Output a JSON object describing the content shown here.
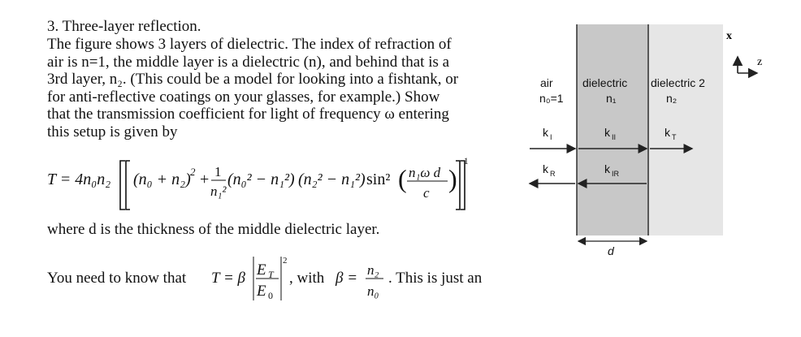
{
  "problem": {
    "title": "3. Three-layer reflection.",
    "paragraph_lines": [
      "The figure shows 3 layers of dielectric. The index of refraction of",
      "air is n=1, the middle layer is a dielectric (n), and behind that is a",
      "3rd layer, n₂. (This could be a model for looking into a fishtank, or",
      "for anti-reflective coatings on your glasses, for example.)  Show",
      "that the transmission coefficient for light of frequency ω entering",
      "this setup is given by"
    ],
    "where_text": "where d is the thickness of the middle dielectric layer.",
    "need_text_prefix": "You need to know that",
    "need_text_with": ", with",
    "need_text_suffix": ". This is just an"
  },
  "equation": {
    "T_lhs": "T = 4n₀n₂",
    "term1": "(n₀ + n₂)",
    "exp2": "2",
    "fraction_num": "1",
    "fraction_den": "n₁²",
    "term2": "(n₀² − n₁²)",
    "term3": "(n₂² − n₁²)",
    "sin": "sin²",
    "arg_num": "n₁ω d",
    "arg_den": "c",
    "exp_outer": "−1"
  },
  "beta_eq": {
    "T": "T = β",
    "E_T": "E",
    "E_T_sub": "T",
    "E_0": "E",
    "E_0_sub": "0",
    "abs_exp": "2",
    "beta": "β =",
    "n2": "n₂",
    "n0": "n₀"
  },
  "figure": {
    "axis_x": "x",
    "axis_z": "z",
    "air_label": "air",
    "n0_label": "n₀=1",
    "diel_label": "dielectric",
    "n1_label": "n₁",
    "diel2_label": "dielectric 2",
    "n2_label": "n₂",
    "kI": "k",
    "kI_sub": "I",
    "kII": "k",
    "kII_sub": "II",
    "kT": "k",
    "kT_sub": "T",
    "kR": "k",
    "kR_sub": "R",
    "kIR": "k",
    "kIR_sub": "IR",
    "d_label": "d",
    "colors": {
      "middle": "#c8c8c8",
      "back": "#e6e6e6",
      "line": "#222222"
    }
  }
}
